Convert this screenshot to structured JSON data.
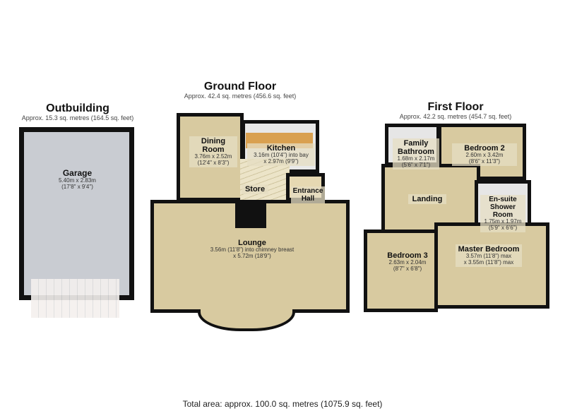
{
  "outbuilding": {
    "title": "Outbuilding",
    "area": "Approx. 15.3 sq. metres (164.5 sq. feet)",
    "rooms": [
      {
        "name": "Garage",
        "dim1": "5.40m x 2.83m",
        "dim2": "(17'8\" x 9'4\")"
      }
    ]
  },
  "ground_floor": {
    "title": "Ground Floor",
    "area": "Approx. 42.4 sq. metres (456.6 sq. feet)",
    "rooms": [
      {
        "name": "Dining Room",
        "dim1": "3.76m x 2.52m",
        "dim2": "(12'4\" x 8'3\")"
      },
      {
        "name": "Kitchen",
        "dim1": "3.16m (10'4\") into bay",
        "dim2": "x 2.97m (9'9\")"
      },
      {
        "name": "Store"
      },
      {
        "name": "Entrance Hall"
      },
      {
        "name": "Lounge",
        "dim1": "3.56m (11'8\") into chimney breast",
        "dim2": "x 5.72m (18'9\")"
      }
    ]
  },
  "first_floor": {
    "title": "First Floor",
    "area": "Approx. 42.2 sq. metres (454.7 sq. feet)",
    "rooms": [
      {
        "name": "Family Bathroom",
        "dim1": "1.68m x 2.17m",
        "dim2": "(5'6\" x 7'1\")"
      },
      {
        "name": "Bedroom 2",
        "dim1": "2.60m x 3.42m",
        "dim2": "(8'6\" x 11'3\")"
      },
      {
        "name": "Landing"
      },
      {
        "name": "En-suite Shower Room",
        "dim1": "1.75m x 1.97m",
        "dim2": "(5'9\" x 6'6\")"
      },
      {
        "name": "Bedroom 3",
        "dim1": "2.63m x 2.04m",
        "dim2": "(8'7\" x 6'8\")"
      },
      {
        "name": "Master Bedroom",
        "dim1": "3.57m (11'8\") max",
        "dim2": "x 3.55m (11'8\") max"
      }
    ]
  },
  "total": "Total area: approx. 100.0 sq. metres (1075.9 sq. feet)"
}
